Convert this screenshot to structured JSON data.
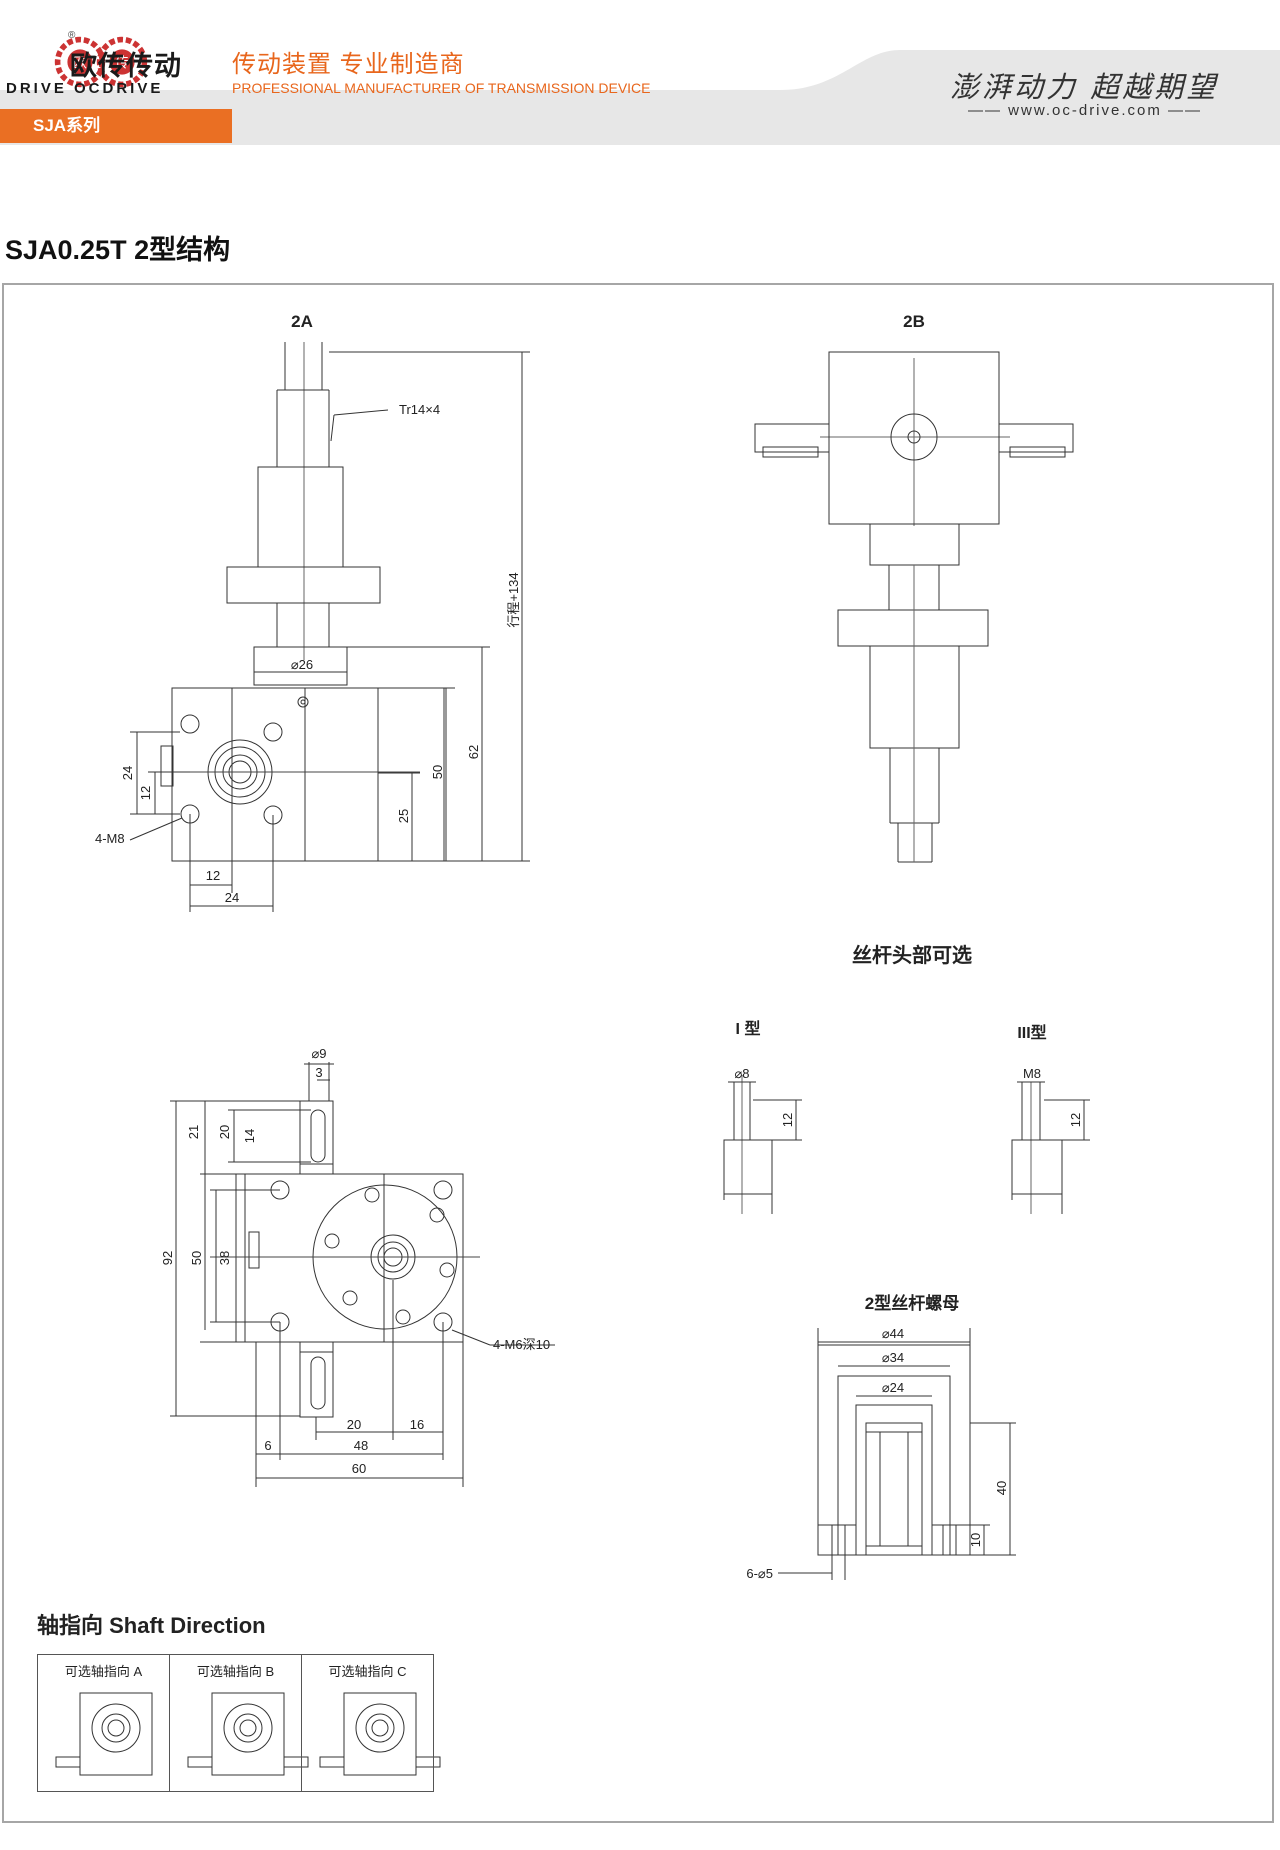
{
  "header": {
    "brand_cn": "欧传传动",
    "brand_en": "DRIVE OCDRIVE",
    "logo_marks": [
      "欧",
      "传"
    ],
    "registered": "®",
    "tagline_cn": "传动装置 专业制造商",
    "tagline_en": "PROFESSIONAL MANUFACTURER OF TRANSMISSION DEVICE",
    "slogan": "澎湃动力 超越期望",
    "website": "www.oc-drive.com",
    "series_tab": "SJA系列",
    "accent_color": "#ea6f23"
  },
  "page_title": "SJA0.25T 2型结构",
  "views": {
    "view_2a": {
      "title": "2A",
      "thread": "Tr14×4",
      "stroke": "行程+134",
      "dims": {
        "d26": "⌀26",
        "d50": "50",
        "d62": "62",
        "d25": "25",
        "d24": "24",
        "d12": "12",
        "holes": "4-M8",
        "b12": "12",
        "b24": "24"
      }
    },
    "view_2b": {
      "title": "2B"
    },
    "bottom_view": {
      "dims": {
        "d9": "⌀9",
        "d3": "3",
        "d21": "21",
        "d20": "20",
        "d14": "14",
        "d92": "92",
        "d50": "50",
        "d38": "38",
        "holes": "4-M6深10",
        "b20": "20",
        "b16": "16",
        "b6": "6",
        "b48": "48",
        "b60": "60"
      }
    }
  },
  "screw_head": {
    "title": "丝杆头部可选",
    "type_1": {
      "label": "I 型",
      "dia": "⌀8",
      "len": "12"
    },
    "type_3": {
      "label": "III型",
      "thread": "M8",
      "len": "12"
    }
  },
  "nut": {
    "title": "2型丝杆螺母",
    "d44": "⌀44",
    "d34": "⌀34",
    "d24": "⌀24",
    "h40": "40",
    "h10": "10",
    "holes": "6-⌀5"
  },
  "shaft_direction": {
    "title": "轴指向 Shaft Direction",
    "options": [
      {
        "label": "可选轴指向 A"
      },
      {
        "label": "可选轴指向 B"
      },
      {
        "label": "可选轴指向 C"
      }
    ]
  }
}
